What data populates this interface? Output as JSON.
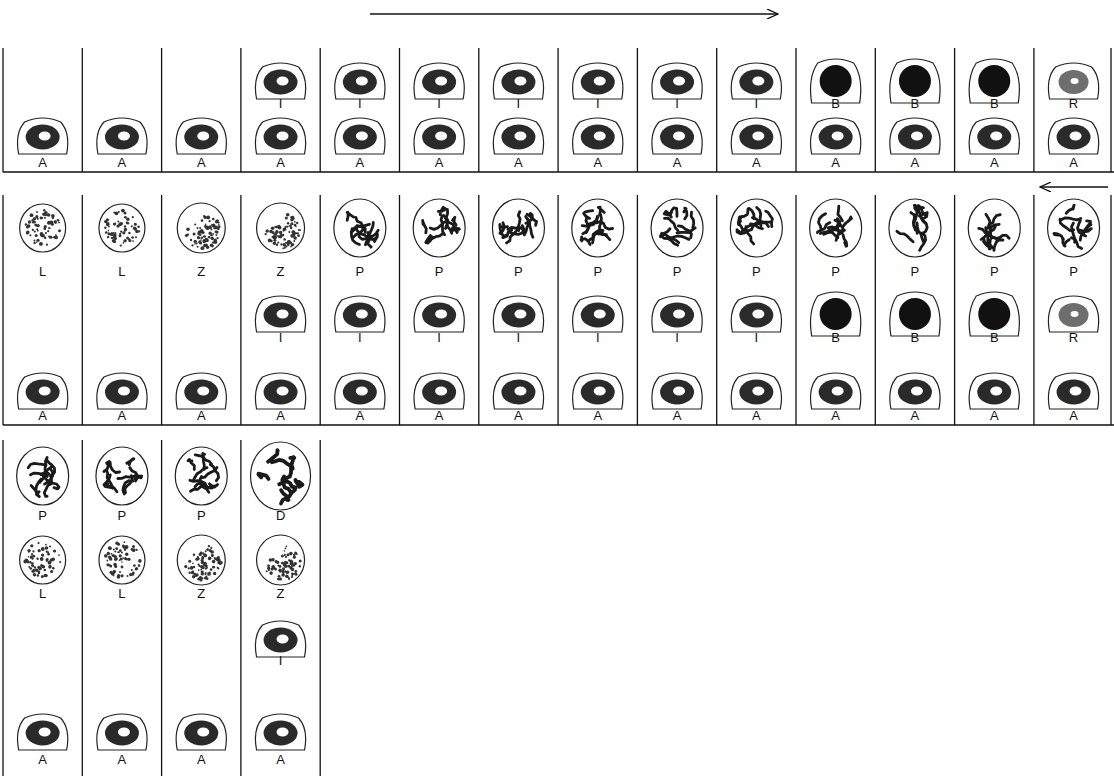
{
  "diagram": {
    "labels": [
      "A",
      "A",
      "A",
      "I",
      "A",
      "I",
      "A",
      "I",
      "A",
      "I",
      "A",
      "I",
      "A",
      "I",
      "A",
      "I",
      "A",
      "B",
      "A",
      "B",
      "A",
      "B",
      "A",
      "R",
      "A",
      "L",
      "A",
      "L",
      "A",
      "Z",
      "A",
      "Z",
      "I",
      "A",
      "P",
      "I",
      "A",
      "P",
      "I",
      "A",
      "P",
      "I",
      "A",
      "P",
      "I",
      "A",
      "P",
      "I",
      "A",
      "P",
      "I",
      "A",
      "P",
      "B",
      "A",
      "P",
      "B",
      "A",
      "P",
      "B",
      "A",
      "P",
      "R",
      "A",
      "P",
      "L",
      "A",
      "P",
      "L",
      "A",
      "P",
      "Z",
      "A",
      "D",
      "Z",
      "I",
      "A"
    ]
  }
}
